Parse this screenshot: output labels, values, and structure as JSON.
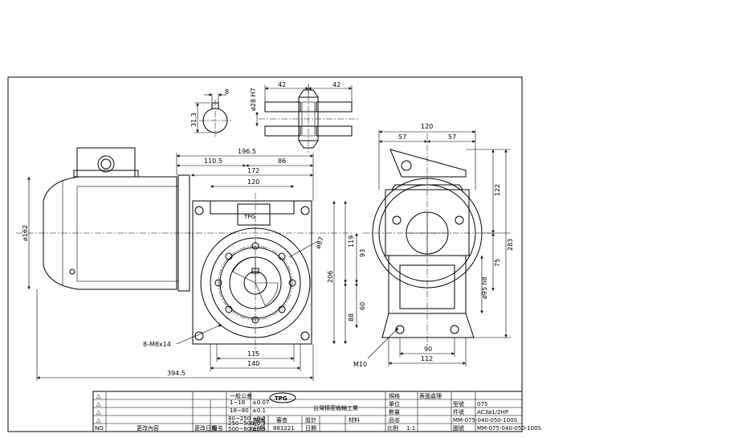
{
  "dimensions": {
    "keyway_width": "8",
    "keyway_depth": "31.3",
    "bore": "ø28 H7",
    "hub_left": "42",
    "hub_right": "42",
    "overall": "196.5",
    "motor_side": "110.5",
    "gear_side": "86",
    "body_width": "172",
    "flange_width": "120",
    "motor_dia": "ø162",
    "bolt_circle": "ø87",
    "threads": "8-M8x14",
    "base_holes": "115",
    "base_width": "140",
    "total_length": "394.5",
    "height": "206",
    "center_height": "119",
    "h93": "93",
    "h60": "60",
    "h88": "88",
    "side_width": "120",
    "side_half_left": "57",
    "side_half_right": "57",
    "h122": "122",
    "h283": "283",
    "h75": "75",
    "output_dia": "ø95 h8",
    "foot_holes": "90",
    "foot_width": "112",
    "bolt": "M10"
  },
  "title_block": {
    "logo": "TPG",
    "company": "台灣精密齒輪工業",
    "general_tol": "一般公差",
    "tol_rows": [
      {
        "range": "1~18",
        "tol": "±0.07"
      },
      {
        "range": "18~80",
        "tol": "±0.1"
      },
      {
        "range": "80~250",
        "tol": "±0.2"
      },
      {
        "range": "250~500",
        "tol": "±0.3"
      },
      {
        "range": "500~800",
        "tol": "±0.5"
      }
    ],
    "rev_col_no": "NO",
    "rev_col_content": "更改內容",
    "rev_col_date": "更改日期",
    "rev_col_sign": "簽名",
    "labels": {
      "drawing": "繪圖",
      "check": "審查",
      "design": "設計",
      "date": "日期",
      "material": "材料",
      "name": "品名",
      "scale": "比例",
      "model": "型號",
      "part_no": "件號",
      "drawing_no": "圖號",
      "spec": "規格",
      "unit": "單位",
      "qty": "數量",
      "surface": "表面處理"
    },
    "values": {
      "date_code": "881221",
      "scale": "1:1",
      "model": "075",
      "part_no": "AC3ø1/2HP",
      "spec": "MM-075-040-050-100S",
      "drawing_no": "MM-075-040-050-100S"
    }
  }
}
